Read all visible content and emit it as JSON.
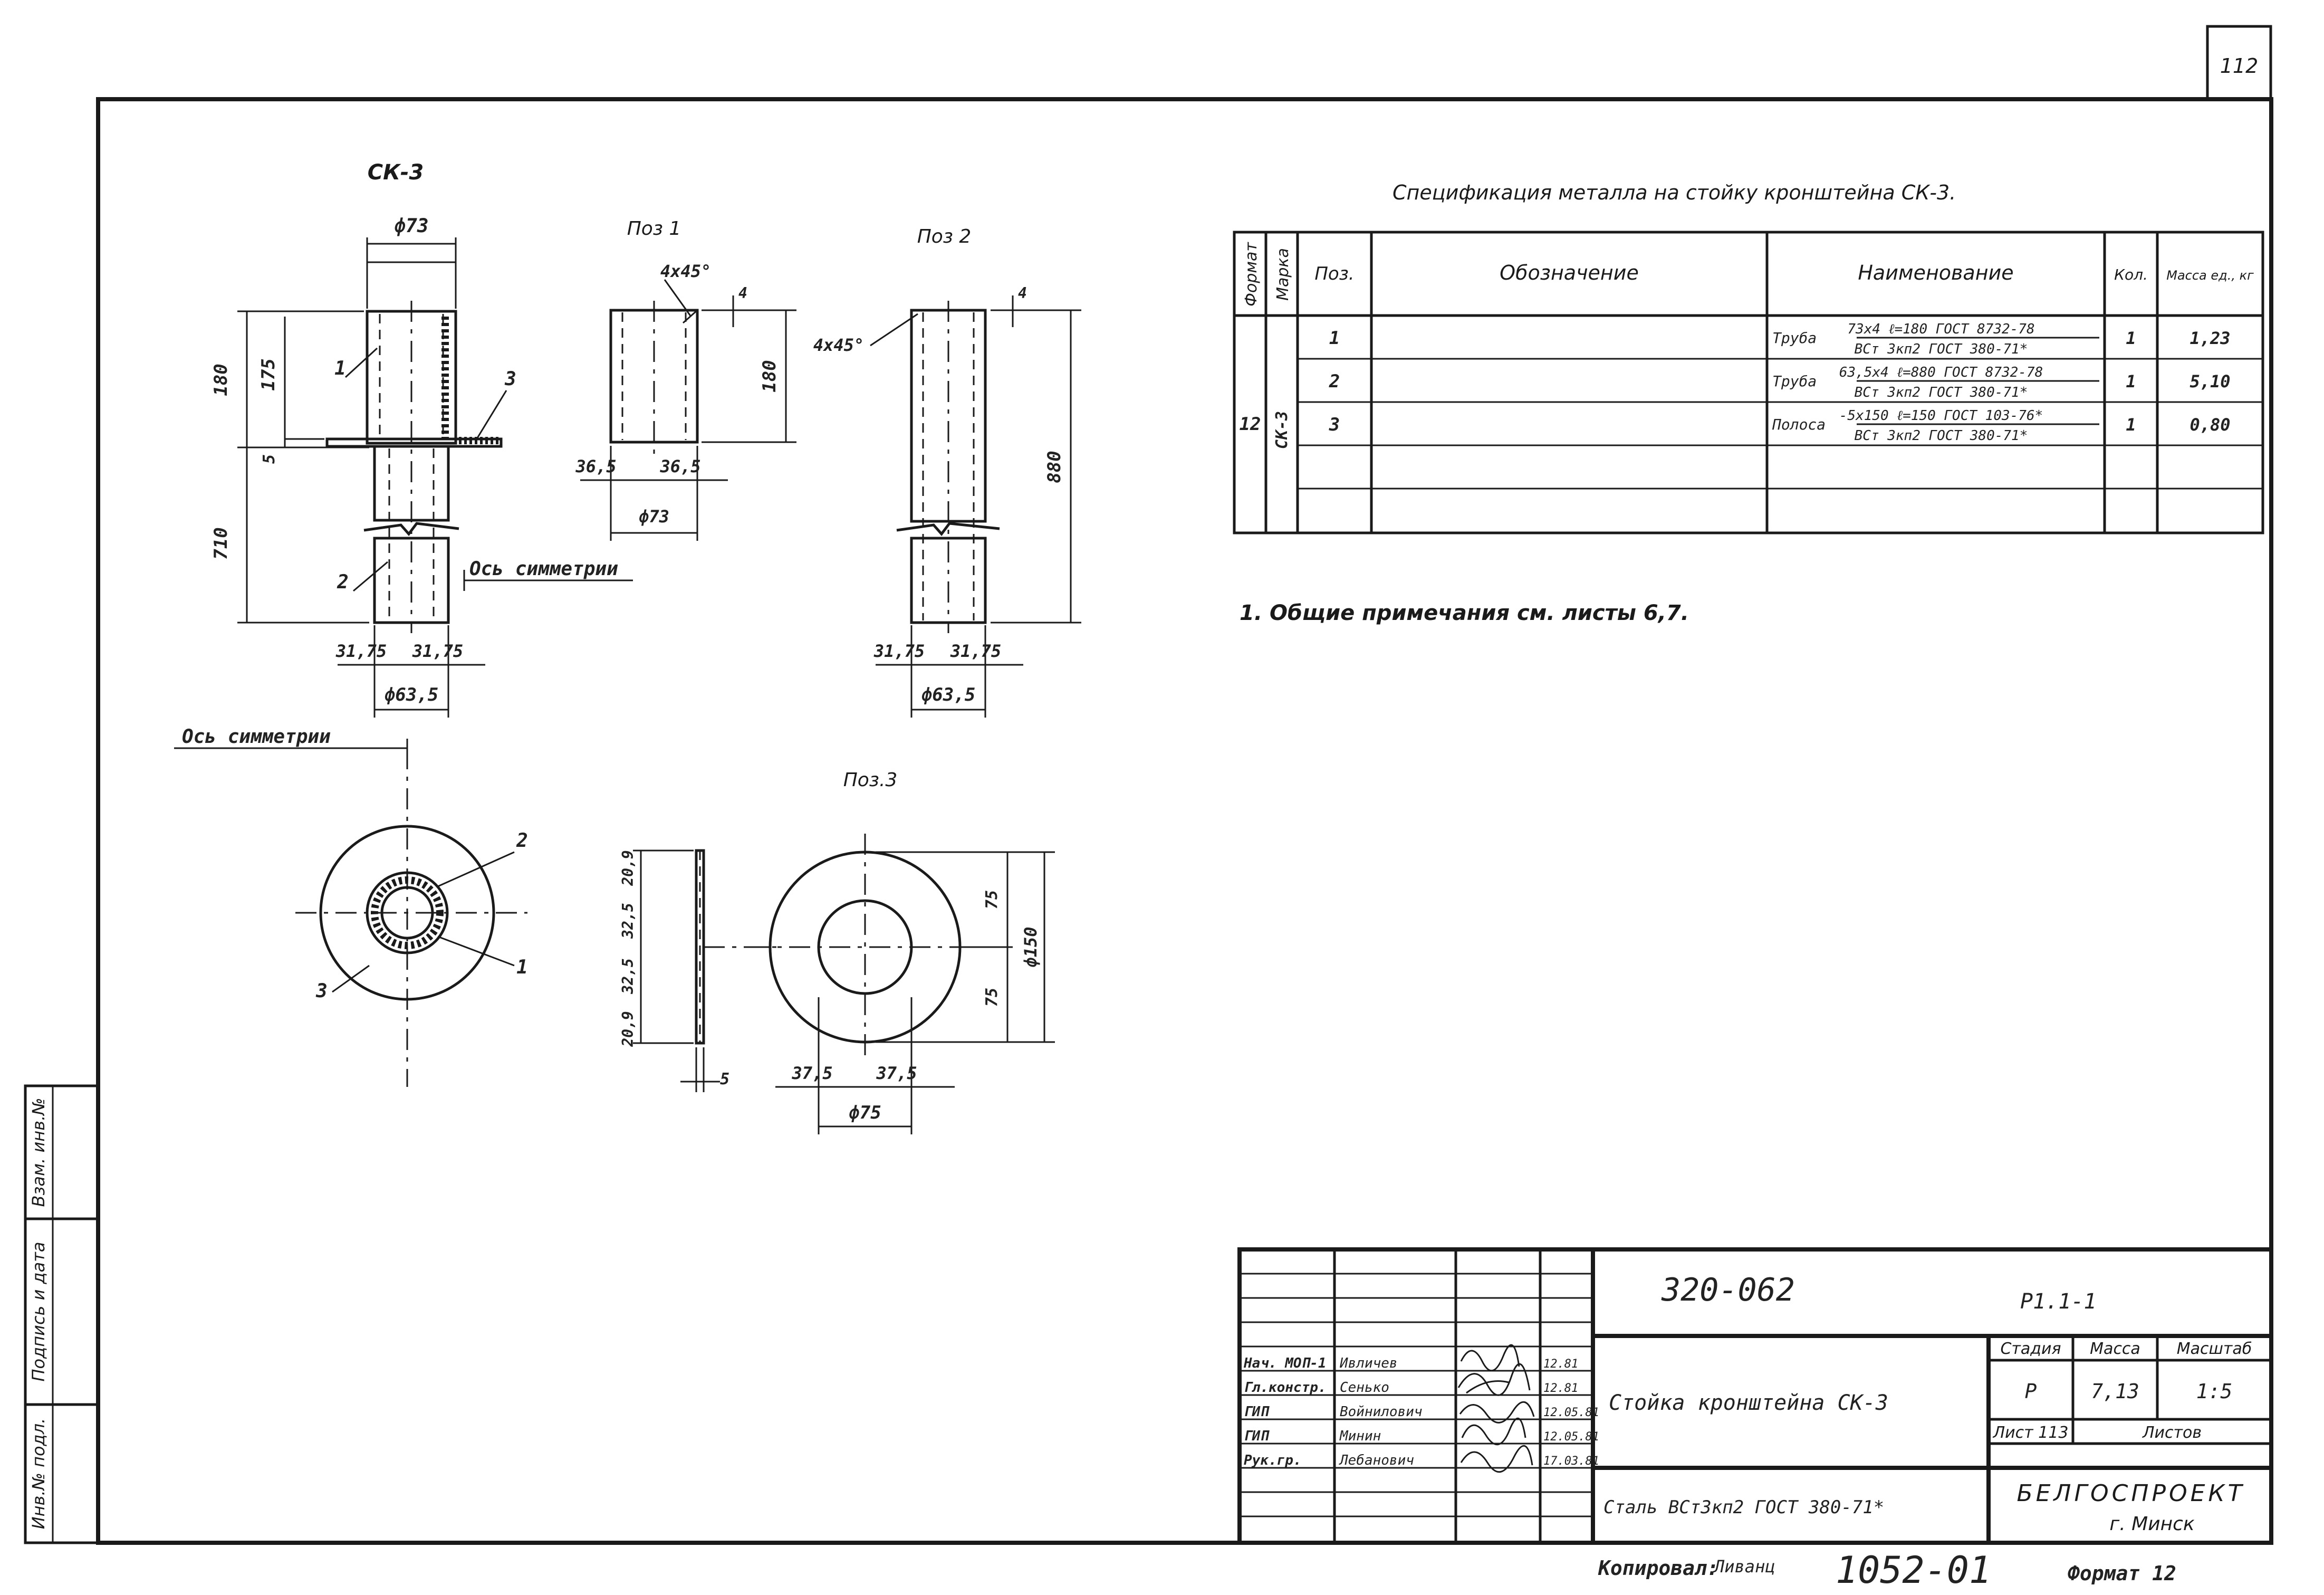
{
  "sheet_number": "112",
  "drawings": {
    "main_title": "СК-3",
    "pos1_title": "Поз 1",
    "pos2_title": "Поз 2",
    "pos3_title": "Поз.3",
    "axis_label_1": "Ось симметрии",
    "axis_label_2": "Ось симметрии",
    "dims": {
      "d73": "ф73",
      "l180": "180",
      "l175": "175",
      "l5": "5",
      "l710": "710",
      "s31_75_left": "31,75",
      "s31_75_right": "31,75",
      "d63_5": "ф63,5",
      "chamfer1": "4х45°",
      "p1_s1": "36,5",
      "p1_s2": "36,5",
      "p1_d73": "ф73",
      "p1_len": "180",
      "p1_t": "4",
      "chamfer2": "4х45°",
      "p2_len": "880",
      "p2_t": "4",
      "p2_s1": "31,75",
      "p2_s2": "31,75",
      "p2_d": "ф63,5",
      "p3_a": "20,9",
      "p3_b": "32,5",
      "p3_c": "32,5",
      "p3_d": "20,9",
      "p3_t": "5",
      "p3_r1": "75",
      "p3_r2": "75",
      "p3_d150": "ф150",
      "p3_s1": "37,5",
      "p3_s2": "37,5",
      "p3_d75": "ф75"
    },
    "callouts": {
      "c1": "1",
      "c2": "2",
      "c3": "3",
      "s1": "1",
      "s2": "2",
      "s3": "3"
    }
  },
  "spec": {
    "title": "Спецификация металла на стойку кронштейна СК-3.",
    "headers": {
      "format": "Формат",
      "mark": "Марка",
      "pos": "Поз.",
      "designation": "Обозначение",
      "name": "Наименование",
      "qty": "Кол.",
      "mass": "Масса ед., кг"
    },
    "format_value": "12",
    "mark_value": "СК-3",
    "rows": [
      {
        "pos": "1",
        "kind": "Труба",
        "line1": "73х4 ℓ=180 ГОСТ 8732-78",
        "line2": "ВСт 3кп2 ГОСТ 380-71*",
        "qty": "1",
        "mass": "1,23"
      },
      {
        "pos": "2",
        "kind": "Труба",
        "line1": "63,5х4 ℓ=880 ГОСТ 8732-78",
        "line2": "ВСт 3кп2 ГОСТ 380-71*",
        "qty": "1",
        "mass": "5,10"
      },
      {
        "pos": "3",
        "kind": "Полоса",
        "line1": "-5х150 ℓ=150 ГОСТ 103-76*",
        "line2": "ВСт 3кп2 ГОСТ 380-71*",
        "qty": "1",
        "mass": "0,80"
      }
    ]
  },
  "note": "1. Общие примечания см. листы 6,7.",
  "side_stamp": {
    "f1": "Взам. инв.№",
    "f2": "Подпись и дата",
    "f3": "Инв.№ подл."
  },
  "title_block": {
    "doc_code": "320-062",
    "sheet_code": "Р1.1-1",
    "stage_label": "Стадия",
    "mass_label": "Масса",
    "scale_label": "Масштаб",
    "stage_value": "Р",
    "mass_value": "7,13",
    "scale_value": "1:5",
    "sheet_label": "Лист 113",
    "sheets_label": "Листов",
    "item_name": "Стойка кронштейна СК-3",
    "material": "Сталь ВСт3кп2 ГОСТ 380-71*",
    "org": "БЕЛГОСПРОЕКТ",
    "city": "г. Минск",
    "people": [
      {
        "role": "Нач. МОП-1",
        "name": "Ивличев",
        "date": "12.81"
      },
      {
        "role": "Гл.констр.",
        "name": "Сенько",
        "date": "12.81"
      },
      {
        "role": "ГИП",
        "name": "Войнилович",
        "date": "12.05.81"
      },
      {
        "role": "ГИП",
        "name": "Минин",
        "date": "12.05.81"
      },
      {
        "role": "Рук.гр.",
        "name": "Лебанович",
        "date": "17.03.81"
      }
    ]
  },
  "footer": {
    "copied_label": "Копировал:",
    "copied_name": "Ливанц",
    "order_number": "1052-01",
    "format": "Формат 12"
  }
}
